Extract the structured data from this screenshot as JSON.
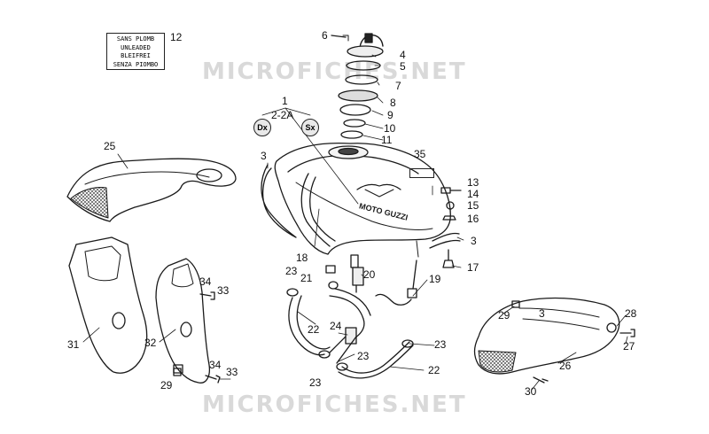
{
  "watermark_text": "MICROFICHES.NET",
  "fuel_label": {
    "lines": [
      "SANS PLOMB",
      "UNLEADED",
      "BLEIFREI",
      "SENZA PIOMBO"
    ]
  },
  "tank_logo": "MOTO GUZZI",
  "side_badges": {
    "right": "Dx",
    "left": "Sx"
  },
  "callouts": {
    "c1": "1",
    "c2": "2-2A",
    "c3a": "3",
    "c3b": "3",
    "c3c": "3",
    "c4": "4",
    "c5": "5",
    "c6": "6",
    "c7": "7",
    "c8": "8",
    "c9": "9",
    "c10": "10",
    "c11": "11",
    "c12": "12",
    "c13": "13",
    "c14": "14",
    "c15": "15",
    "c16": "16",
    "c17": "17",
    "c18": "18",
    "c19": "19",
    "c20": "20",
    "c21": "21",
    "c22a": "22",
    "c22b": "22",
    "c23a": "23",
    "c23b": "23",
    "c23c": "23",
    "c23d": "23",
    "c24": "24",
    "c25": "25",
    "c26": "26",
    "c27": "27",
    "c28": "28",
    "c29a": "29",
    "c29b": "29",
    "c30": "30",
    "c31": "31",
    "c32": "32",
    "c33a": "33",
    "c33b": "33",
    "c34a": "34",
    "c34b": "34",
    "c35": "35"
  }
}
